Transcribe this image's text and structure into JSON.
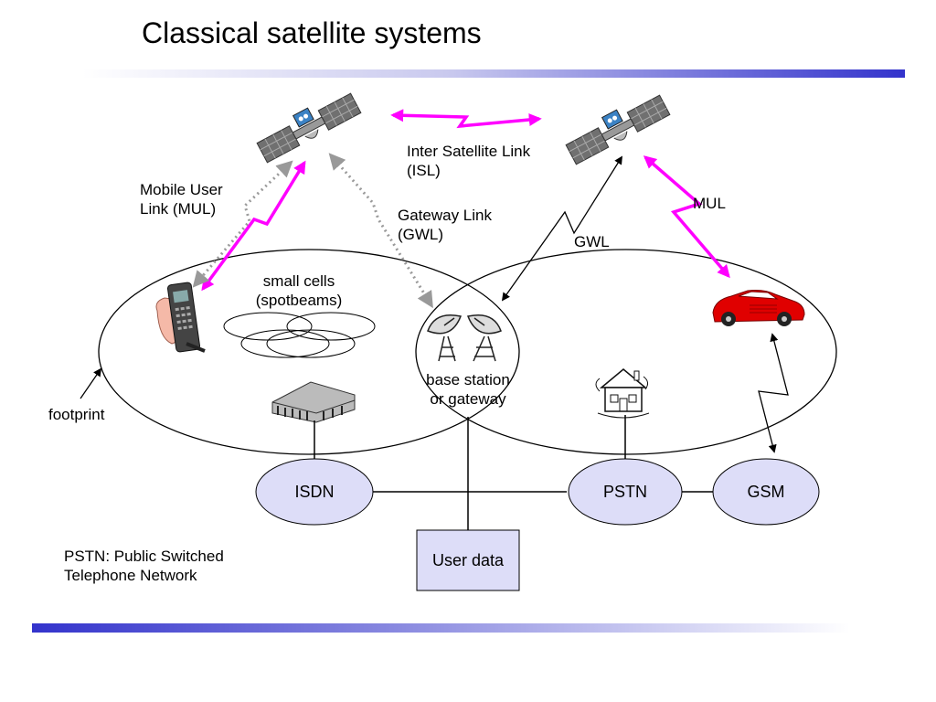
{
  "slide": {
    "title": "Classical satellite systems"
  },
  "labels": {
    "isl_line1": "Inter Satellite Link",
    "isl_line2": "(ISL)",
    "mul_left_line1": "Mobile User",
    "mul_left_line2": "Link (MUL)",
    "gwl_left_line1": "Gateway Link",
    "gwl_left_line2": "(GWL)",
    "gwl_right": "GWL",
    "mul_right": "MUL",
    "cells_line1": "small cells",
    "cells_line2": "(spotbeams)",
    "base_line1": "base station",
    "base_line2": "or gateway",
    "footprint": "footprint",
    "note_line1": "PSTN: Public Switched",
    "note_line2": "Telephone Network"
  },
  "nodes": {
    "isdn": "ISDN",
    "pstn": "PSTN",
    "gsm": "GSM",
    "user_data": "User data"
  },
  "colors": {
    "link_magenta": "#ff00ff",
    "node_fill": "#ddddf8",
    "accent_blue": "#3333cc",
    "car_red": "#e00000"
  },
  "icons": [
    "satellite-icon",
    "mobile-phone-icon",
    "satellite-dish-icon",
    "car-icon",
    "building-icon",
    "house-icon"
  ]
}
